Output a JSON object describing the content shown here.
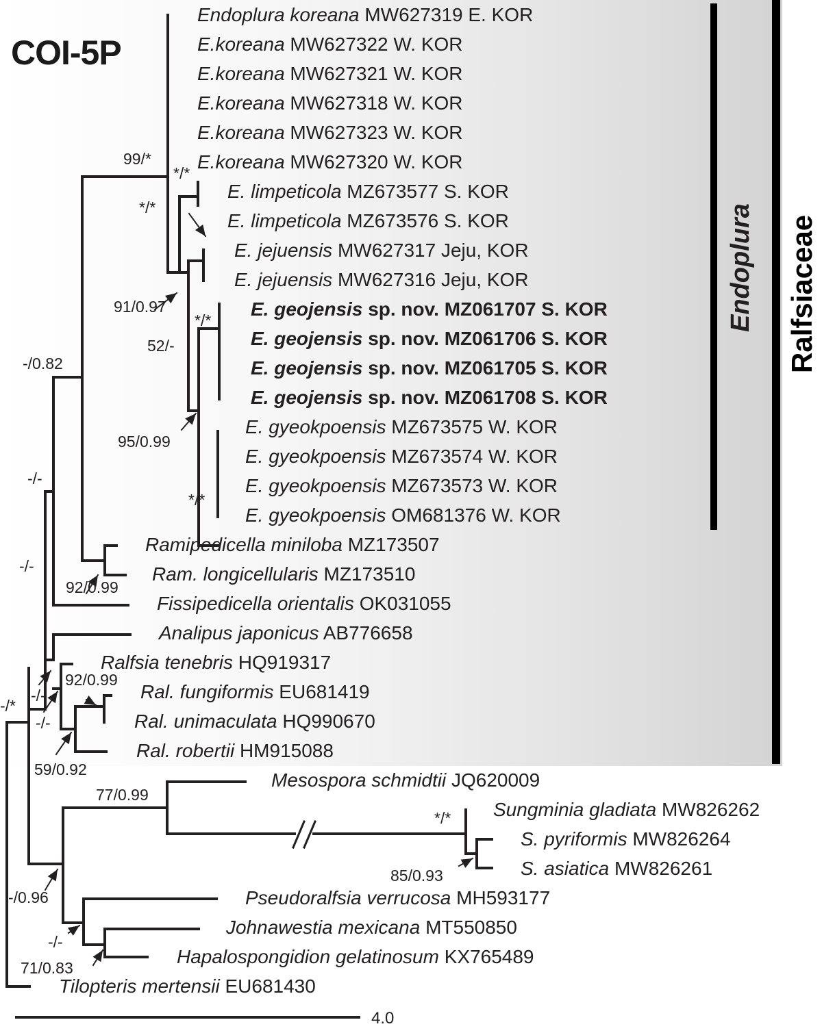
{
  "title": "COI-5P",
  "colors": {
    "line": "#231f20",
    "shade_dark": "#d4d3d3",
    "bar": "#000000"
  },
  "taxa": [
    {
      "id": "t1",
      "species": "Endoplura koreana",
      "accession": "MW627319",
      "locality": "E. KOR",
      "bold": false
    },
    {
      "id": "t2",
      "species": "E.koreana",
      "accession": "MW627322",
      "locality": "W. KOR",
      "bold": false
    },
    {
      "id": "t3",
      "species": "E.koreana",
      "accession": "MW627321",
      "locality": "W. KOR",
      "bold": false
    },
    {
      "id": "t4",
      "species": "E.koreana",
      "accession": "MW627318",
      "locality": "W. KOR",
      "bold": false
    },
    {
      "id": "t5",
      "species": "E.koreana",
      "accession": "MW627323",
      "locality": "W. KOR",
      "bold": false
    },
    {
      "id": "t6",
      "species": "E.koreana",
      "accession": "MW627320",
      "locality": "W. KOR",
      "bold": false
    },
    {
      "id": "t7",
      "species": "E. limpeticola",
      "accession": "MZ673577",
      "locality": "S. KOR",
      "bold": false
    },
    {
      "id": "t8",
      "species": "E. limpeticola",
      "accession": "MZ673576",
      "locality": "S. KOR",
      "bold": false
    },
    {
      "id": "t9",
      "species": "E. jejuensis",
      "accession": "MW627317",
      "locality": "Jeju, KOR",
      "bold": false
    },
    {
      "id": "t10",
      "species": "E. jejuensis",
      "accession": "MW627316",
      "locality": "Jeju, KOR",
      "bold": false
    },
    {
      "id": "t11",
      "species": "E. geojensis",
      "qualifier": "sp. nov.",
      "accession": "MZ061707",
      "locality": "S. KOR",
      "bold": true
    },
    {
      "id": "t12",
      "species": "E. geojensis",
      "qualifier": "sp. nov.",
      "accession": "MZ061706",
      "locality": "S. KOR",
      "bold": true
    },
    {
      "id": "t13",
      "species": "E. geojensis",
      "qualifier": "sp. nov.",
      "accession": "MZ061705",
      "locality": "S. KOR",
      "bold": true
    },
    {
      "id": "t14",
      "species": "E. geojensis",
      "qualifier": "sp. nov.",
      "accession": "MZ061708",
      "locality": "S. KOR",
      "bold": true
    },
    {
      "id": "t15",
      "species": "E. gyeokpoensis",
      "accession": "MZ673575",
      "locality": "W. KOR",
      "bold": false
    },
    {
      "id": "t16",
      "species": "E. gyeokpoensis",
      "accession": "MZ673574",
      "locality": "W. KOR",
      "bold": false
    },
    {
      "id": "t17",
      "species": "E. gyeokpoensis",
      "accession": "MZ673573",
      "locality": "W. KOR",
      "bold": false
    },
    {
      "id": "t18",
      "species": "E. gyeokpoensis",
      "accession": "OM681376",
      "locality": "W. KOR",
      "bold": false
    },
    {
      "id": "t19",
      "species": "Ramipedicella miniloba",
      "accession": "MZ173507",
      "locality": "",
      "bold": false
    },
    {
      "id": "t20",
      "species": "Ram. longicellularis",
      "accession": "MZ173510",
      "locality": "",
      "bold": false
    },
    {
      "id": "t21",
      "species": "Fissipedicella orientalis",
      "accession": "OK031055",
      "locality": "",
      "bold": false
    },
    {
      "id": "t22",
      "species": "Analipus japonicus",
      "accession": "AB776658",
      "locality": "",
      "bold": false
    },
    {
      "id": "t23",
      "species": "Ralfsia tenebris",
      "accession": "HQ919317",
      "locality": "",
      "bold": false
    },
    {
      "id": "t24",
      "species": "Ral. fungiformis",
      "accession": "EU681419",
      "locality": "",
      "bold": false
    },
    {
      "id": "t25",
      "species": "Ral. unimaculata",
      "accession": "HQ990670",
      "locality": "",
      "bold": false
    },
    {
      "id": "t26",
      "species": "Ral. robertii",
      "accession": "HM915088",
      "locality": "",
      "bold": false
    },
    {
      "id": "t27",
      "species": "Mesospora schmidtii",
      "accession": "JQ620009",
      "locality": "",
      "bold": false
    },
    {
      "id": "t28",
      "species": "Sungminia gladiata",
      "accession": "MW826262",
      "locality": "",
      "bold": false
    },
    {
      "id": "t29",
      "species": "S. pyriformis",
      "accession": "MW826264",
      "locality": "",
      "bold": false
    },
    {
      "id": "t30",
      "species": "S. asiatica",
      "accession": "MW826261",
      "locality": "",
      "bold": false
    },
    {
      "id": "t31",
      "species": "Pseudoralfsia verrucosa",
      "accession": "MH593177",
      "locality": "",
      "bold": false
    },
    {
      "id": "t32",
      "species": "Johnawestia mexicana",
      "accession": "MT550850",
      "locality": "",
      "bold": false
    },
    {
      "id": "t33",
      "species": "Hapalospongidion gelatinosum",
      "accession": "KX765489",
      "locality": "",
      "bold": false
    },
    {
      "id": "t34",
      "species": "Tilopteris mertensii",
      "accession": "EU681430",
      "locality": "",
      "bold": false
    }
  ],
  "support_values": [
    {
      "id": "s_endoplura",
      "text": "99/*"
    },
    {
      "id": "s_limpeticola",
      "text": "*/*"
    },
    {
      "id": "s_jejuensis",
      "text": "*/*"
    },
    {
      "id": "s_node91",
      "text": "91/0.97"
    },
    {
      "id": "s_geojensis",
      "text": "*/*"
    },
    {
      "id": "s_node52",
      "text": "52/-"
    },
    {
      "id": "s_node95",
      "text": "95/0.99"
    },
    {
      "id": "s_gyeokpoensis",
      "text": "*/*"
    },
    {
      "id": "s_node082",
      "text": "-/0.82"
    },
    {
      "id": "s_ramipedicella",
      "text": "92/0.99"
    },
    {
      "id": "s_node_a",
      "text": "-/-"
    },
    {
      "id": "s_node_b",
      "text": "-/-"
    },
    {
      "id": "s_root",
      "text": "-/*"
    },
    {
      "id": "s_ralfsia92",
      "text": "92/0.99"
    },
    {
      "id": "s_node_c",
      "text": "-/-"
    },
    {
      "id": "s_node_d",
      "text": "-/-"
    },
    {
      "id": "s_ralfsia59",
      "text": "59/0.92"
    },
    {
      "id": "s_mesospora",
      "text": "77/0.99"
    },
    {
      "id": "s_sungminia",
      "text": "*/*"
    },
    {
      "id": "s_sung85",
      "text": "85/0.93"
    },
    {
      "id": "s_node096",
      "text": "-/0.96"
    },
    {
      "id": "s_node_e",
      "text": "-/-"
    },
    {
      "id": "s_node71",
      "text": "71/0.83"
    }
  ],
  "clades": [
    {
      "id": "endoplura",
      "label": "Endoplura",
      "from_taxon": "t1",
      "to_taxon": "t18"
    },
    {
      "id": "ralfsiaceae",
      "label": "Ralfsiaceae",
      "from_taxon": "t1",
      "to_taxon": "t26"
    }
  ],
  "scale_bar": {
    "value": "4.0"
  },
  "long_branch_break": true
}
